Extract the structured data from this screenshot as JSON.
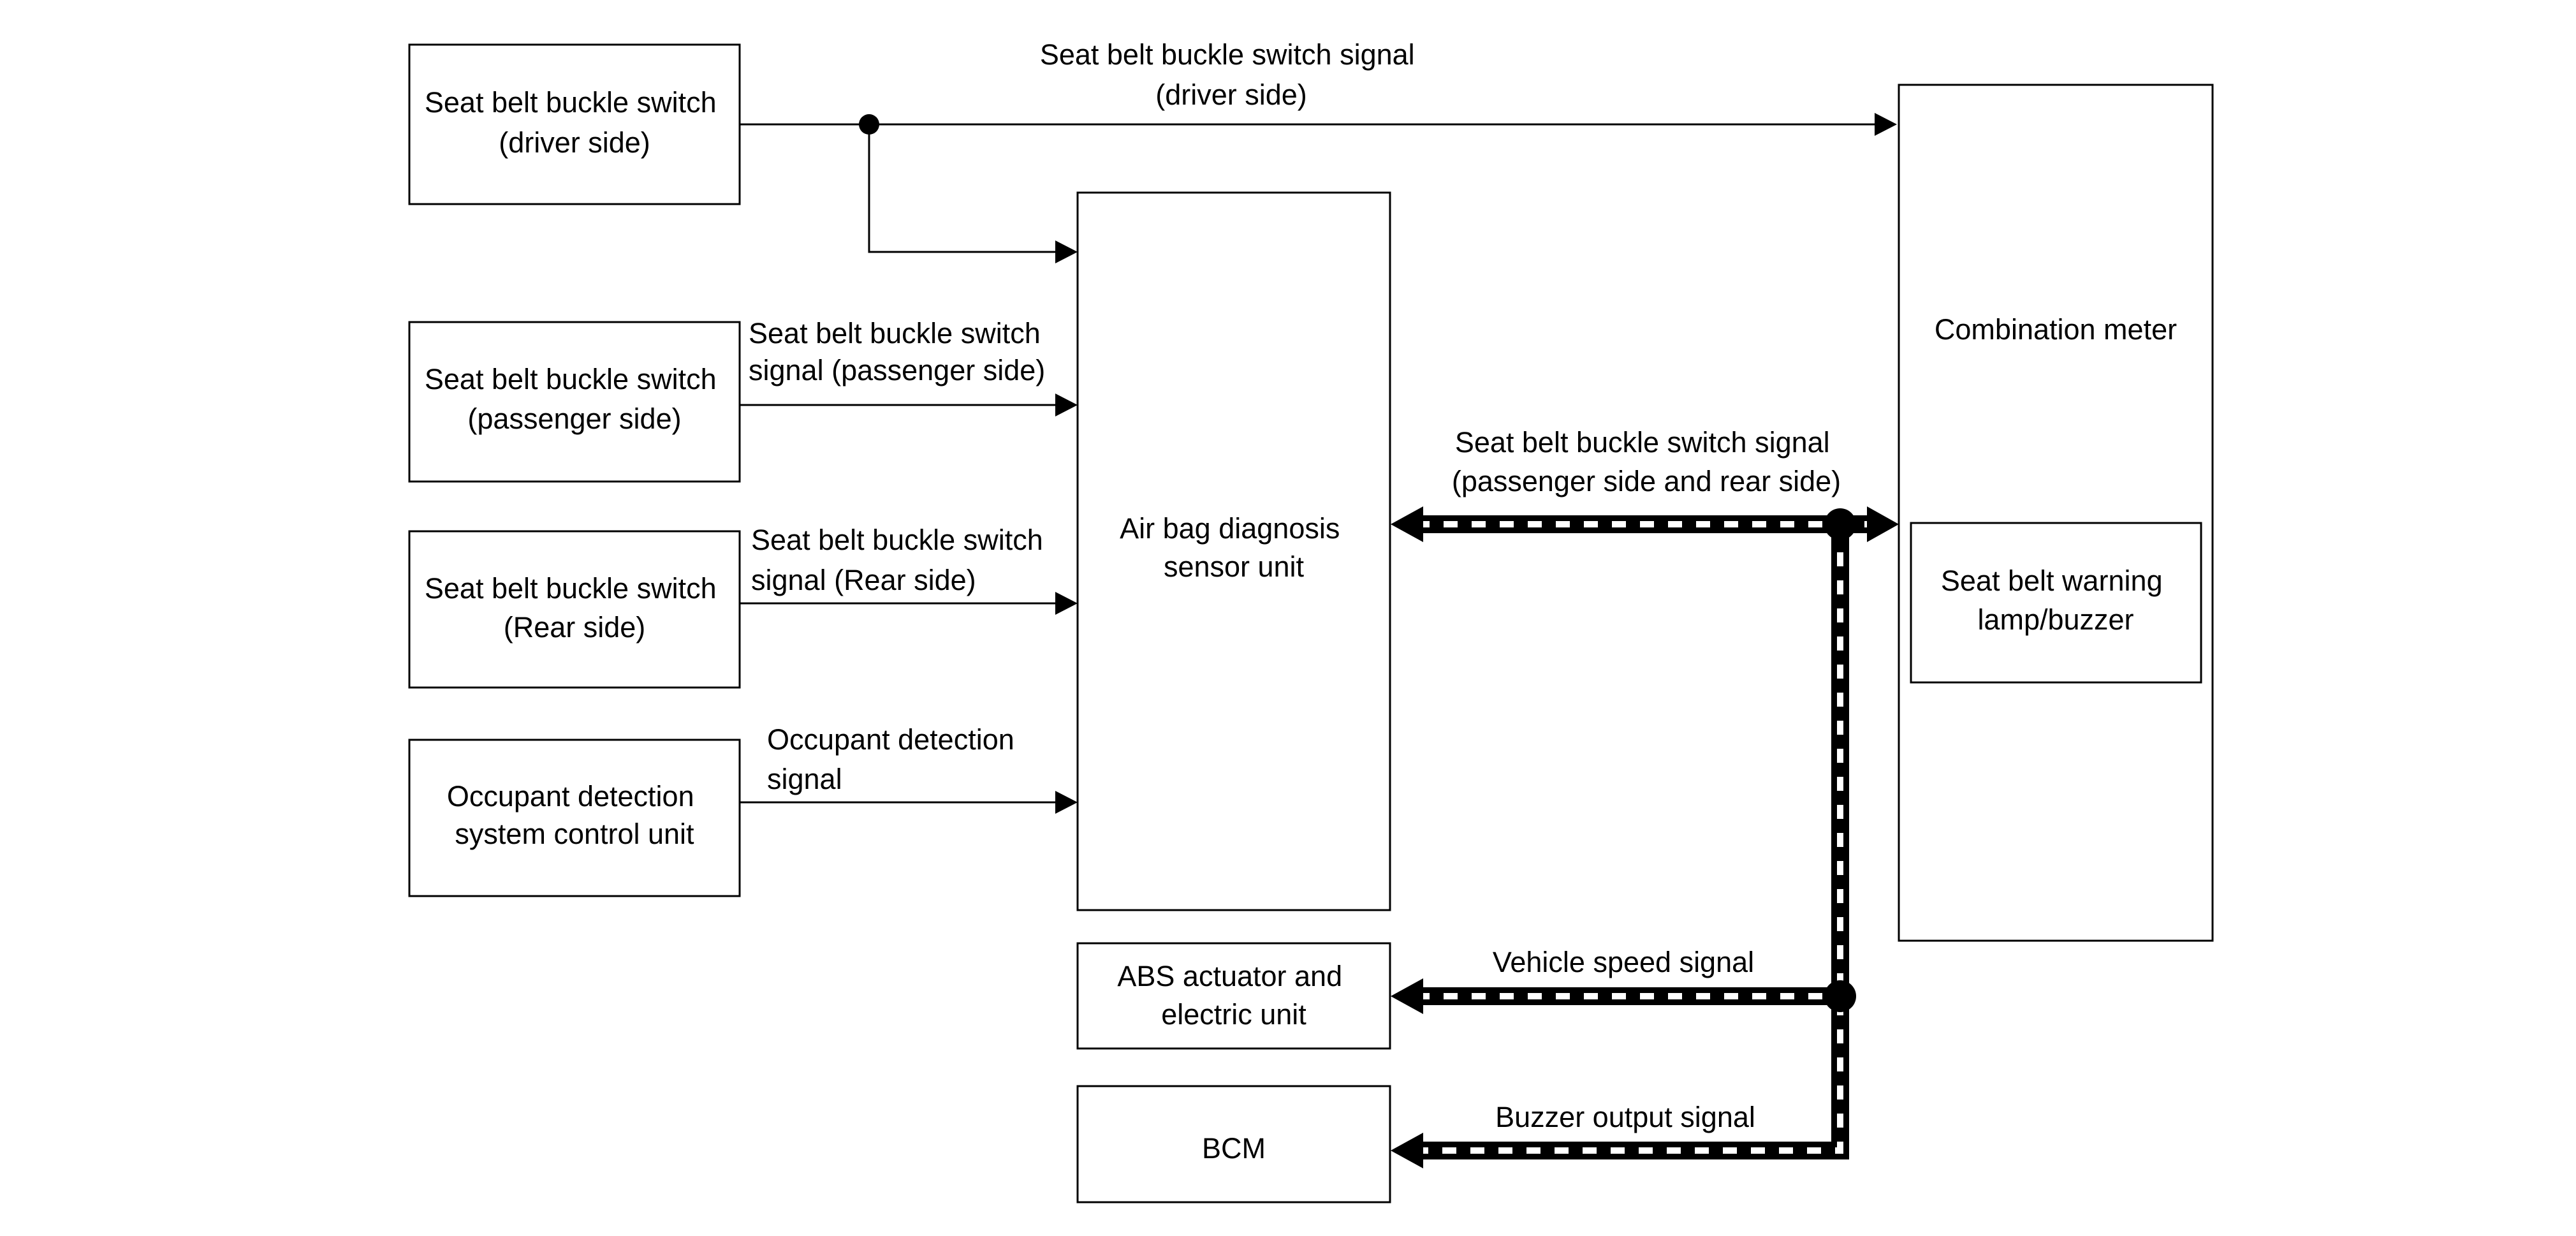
{
  "components": {
    "seat_belt_driver": [
      "Seat belt buckle switch",
      "(driver side)"
    ],
    "seat_belt_passenger": [
      "Seat belt buckle switch",
      "(passenger side)"
    ],
    "seat_belt_rear": [
      "Seat belt buckle switch",
      "(Rear side)"
    ],
    "occupant_control_unit": [
      "Occupant detection",
      "system control unit"
    ],
    "airbag_unit": [
      "Air bag diagnosis",
      "sensor unit"
    ],
    "abs_unit": [
      "ABS actuator and",
      "electric unit"
    ],
    "bcm": "BCM",
    "combination_meter": "Combination meter",
    "warning_lamp": [
      "Seat belt warning",
      "lamp/buzzer"
    ]
  },
  "signals": {
    "driver": [
      "Seat belt buckle switch signal",
      "(driver side)"
    ],
    "passenger": [
      "Seat belt buckle switch",
      "signal (passenger side)"
    ],
    "rear": [
      "Seat belt buckle switch",
      "signal (Rear side)"
    ],
    "occupant": [
      "Occupant detection",
      "signal"
    ],
    "passenger_rear_bus": [
      "Seat belt buckle switch signal",
      "(passenger side and rear side)"
    ],
    "vehicle_speed": "Vehicle speed signal",
    "buzzer_output": "Buzzer output signal"
  },
  "colors": {
    "line": "#000000",
    "background": "#ffffff",
    "bus_pattern": "#ffffff"
  }
}
